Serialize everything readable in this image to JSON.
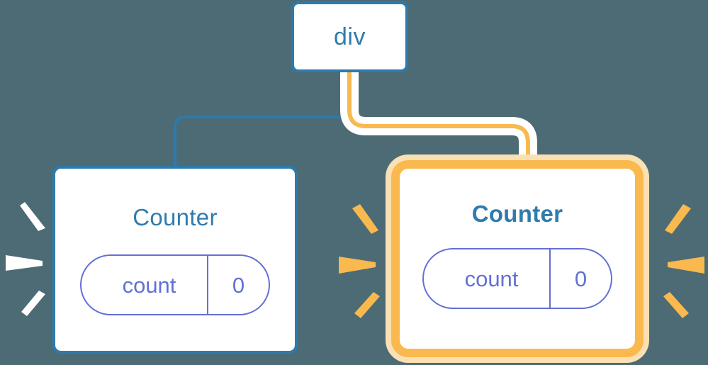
{
  "diagram": {
    "title": "React component tree re-render highlight",
    "background_color": "#4d6b75"
  },
  "colors": {
    "background": "#4d6b75",
    "node_border_blue": "#2d7aad",
    "node_label_blue": "#2f7cad",
    "state_purple": "#6370d6",
    "highlight_orange": "#f9b94e",
    "highlight_orange_soft": "#fbe0b4",
    "wire_white": "#ffffff",
    "node_fill": "#ffffff"
  },
  "nodes": [
    {
      "id": "root",
      "label": "div",
      "type": "element",
      "highlighted": false
    },
    {
      "id": "counter-left",
      "label": "Counter",
      "type": "component",
      "highlighted": false,
      "state": {
        "key": "count",
        "value": "0"
      }
    },
    {
      "id": "counter-right",
      "label": "Counter",
      "type": "component",
      "highlighted": true,
      "state": {
        "key": "count",
        "value": "0"
      }
    }
  ],
  "edges": [
    {
      "id": "edge-root-to-left",
      "from": "root",
      "to": "counter-left",
      "color": "#2d7aad",
      "highlighted": false
    },
    {
      "id": "edge-root-to-right",
      "from": "root",
      "to": "counter-right",
      "color": "#f9b94e",
      "highlighted": true
    }
  ],
  "bursts": [
    {
      "id": "burst-left-outer",
      "side": "left",
      "target": "counter-left",
      "color": "#ffffff"
    },
    {
      "id": "burst-left-inner",
      "side": "right",
      "target": "counter-left",
      "color": "#f9b94e"
    },
    {
      "id": "burst-right-inner",
      "side": "left",
      "target": "counter-right",
      "color": "#f9b94e"
    },
    {
      "id": "burst-right-outer",
      "side": "right",
      "target": "counter-right",
      "color": "#f9b94e"
    }
  ]
}
